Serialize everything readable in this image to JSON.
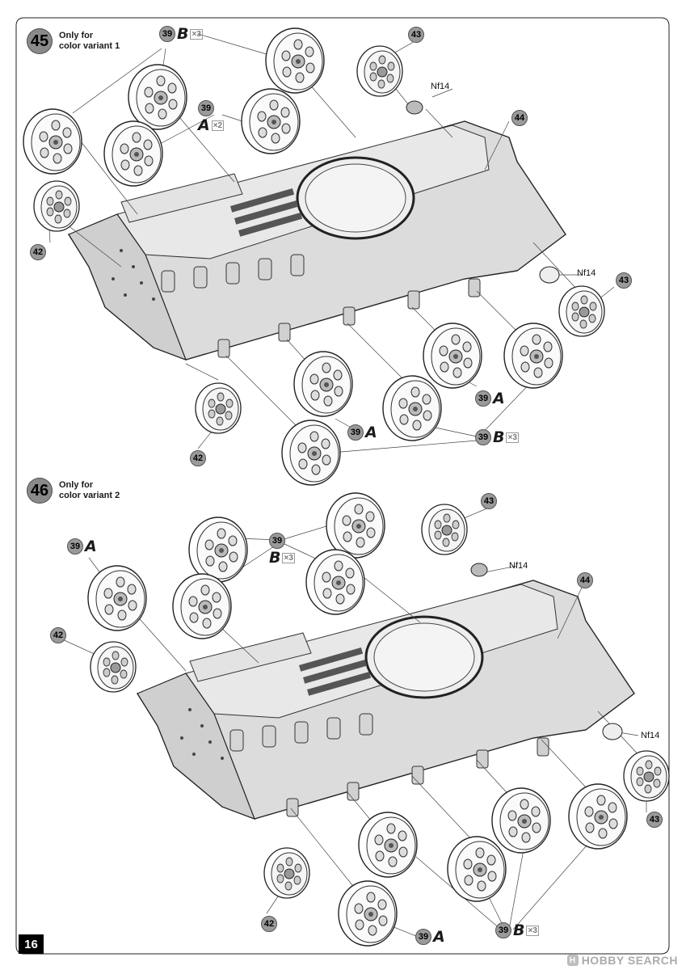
{
  "steps": [
    {
      "number": "45",
      "note_line1": "Only for",
      "note_line2": "color variant 1"
    },
    {
      "number": "46",
      "note_line1": "Only for",
      "note_line2": "color variant 2"
    }
  ],
  "callouts": {
    "s45_39b": {
      "part": "39",
      "variant": "B",
      "qty": "×3"
    },
    "s45_39a_top": {
      "part": "39",
      "variant": "A",
      "qty": "×2"
    },
    "s45_43_top": {
      "part": "43"
    },
    "s45_44": {
      "part": "44"
    },
    "s45_42_left": {
      "part": "42"
    },
    "s45_43_right": {
      "part": "43"
    },
    "s45_39a_right": {
      "part": "39",
      "variant": "A"
    },
    "s45_39a_mid": {
      "part": "39",
      "variant": "A"
    },
    "s45_39b_bottom": {
      "part": "39",
      "variant": "B",
      "qty": "×3"
    },
    "s45_42_bottom": {
      "part": "42"
    },
    "s46_39a_left": {
      "part": "39",
      "variant": "A"
    },
    "s46_39b": {
      "part": "39",
      "variant": "B",
      "qty": "×3"
    },
    "s46_43_top": {
      "part": "43"
    },
    "s46_44": {
      "part": "44"
    },
    "s46_42_left": {
      "part": "42"
    },
    "s46_43_right": {
      "part": "43"
    },
    "s46_42_bottom": {
      "part": "42"
    },
    "s46_39a_bottom": {
      "part": "39",
      "variant": "A"
    },
    "s46_39b_bottom": {
      "part": "39",
      "variant": "B",
      "qty": "×3"
    }
  },
  "nf_labels": {
    "s45_top": "Nf14",
    "s45_right": "Nf14",
    "s46_top": "Nf14",
    "s46_right": "Nf14"
  },
  "page_number": "16",
  "watermark": {
    "logo": "H",
    "text": "HOBBY SEARCH"
  }
}
